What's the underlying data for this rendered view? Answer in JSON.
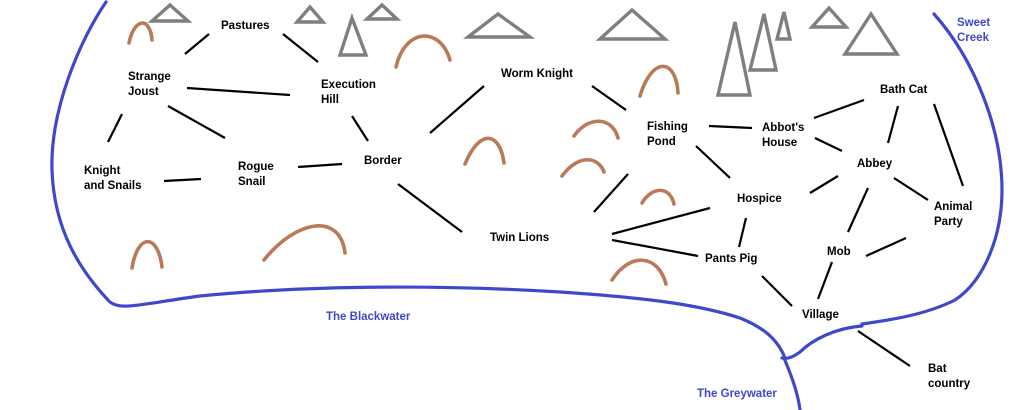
{
  "colors": {
    "river": "#3f48cc",
    "mountain": "#7f7f7f",
    "hill": "#b97a57",
    "road": "#000000",
    "background": "#ffffff"
  },
  "locations": [
    {
      "id": "pastures",
      "lines": [
        "Pastures"
      ]
    },
    {
      "id": "strange-joust",
      "lines": [
        "Strange",
        "Joust"
      ]
    },
    {
      "id": "execution-hill",
      "lines": [
        "Execution",
        "Hill"
      ]
    },
    {
      "id": "knight-and-snails",
      "lines": [
        "Knight",
        "and Snails"
      ]
    },
    {
      "id": "rogue-snail",
      "lines": [
        "Rogue",
        "Snail"
      ]
    },
    {
      "id": "border",
      "lines": [
        "Border"
      ]
    },
    {
      "id": "worm-knight",
      "lines": [
        "Worm Knight"
      ]
    },
    {
      "id": "twin-lions",
      "lines": [
        "Twin Lions"
      ]
    },
    {
      "id": "fishing-pond",
      "lines": [
        "Fishing",
        "Pond"
      ]
    },
    {
      "id": "abbots-house",
      "lines": [
        "Abbot's",
        "House"
      ]
    },
    {
      "id": "bath-cat",
      "lines": [
        "Bath Cat"
      ]
    },
    {
      "id": "abbey",
      "lines": [
        "Abbey"
      ]
    },
    {
      "id": "hospice",
      "lines": [
        "Hospice"
      ]
    },
    {
      "id": "animal-party",
      "lines": [
        "Animal",
        "Party"
      ]
    },
    {
      "id": "mob",
      "lines": [
        "Mob"
      ]
    },
    {
      "id": "pants-pig",
      "lines": [
        "Pants Pig"
      ]
    },
    {
      "id": "village",
      "lines": [
        "Village"
      ]
    },
    {
      "id": "bat-country",
      "lines": [
        "Bat",
        "country"
      ]
    }
  ],
  "water": [
    {
      "id": "sweet-creek",
      "lines": [
        "Sweet",
        "Creek"
      ]
    },
    {
      "id": "the-blackwater",
      "lines": [
        "The Blackwater"
      ]
    },
    {
      "id": "the-greywater",
      "lines": [
        "The Greywater"
      ]
    }
  ]
}
